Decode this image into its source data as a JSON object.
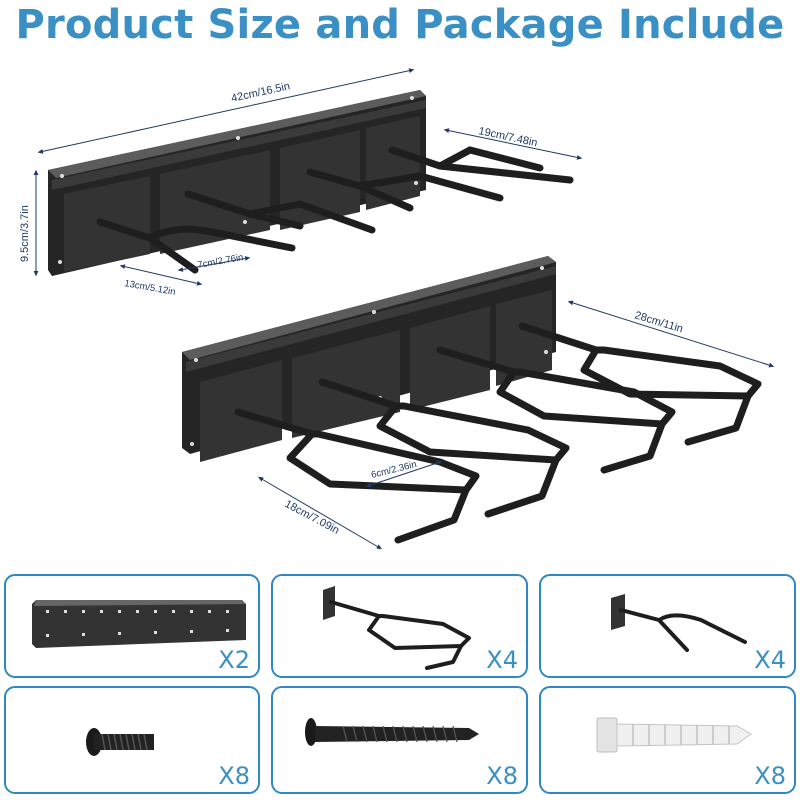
{
  "header": {
    "title": "Product Size and Package Include"
  },
  "dimensions": {
    "rack_length": "42cm/16.5in",
    "rack_height": "9.5cm/3.7in",
    "small_hook_length": "19cm/7.48in",
    "small_hook_gap": "7cm/2.76in",
    "small_hook_width": "13cm/5.12in",
    "large_hook_length": "28cm/11in",
    "large_hook_gap": "6cm/2.36in",
    "large_hook_width": "18cm/7.09in"
  },
  "package": {
    "items": [
      {
        "name": "mounting rail",
        "qty": "X2"
      },
      {
        "name": "large hook",
        "qty": "X4"
      },
      {
        "name": "small hook",
        "qty": "X4"
      },
      {
        "name": "machine screw",
        "qty": "X8"
      },
      {
        "name": "wood screw",
        "qty": "X8"
      },
      {
        "name": "wall anchor",
        "qty": "X8"
      }
    ]
  },
  "colors": {
    "accent": "#3a8fc4",
    "border": "#2f88c6",
    "metal": "#2b2b2b",
    "dimension_text": "#1f3a64"
  }
}
